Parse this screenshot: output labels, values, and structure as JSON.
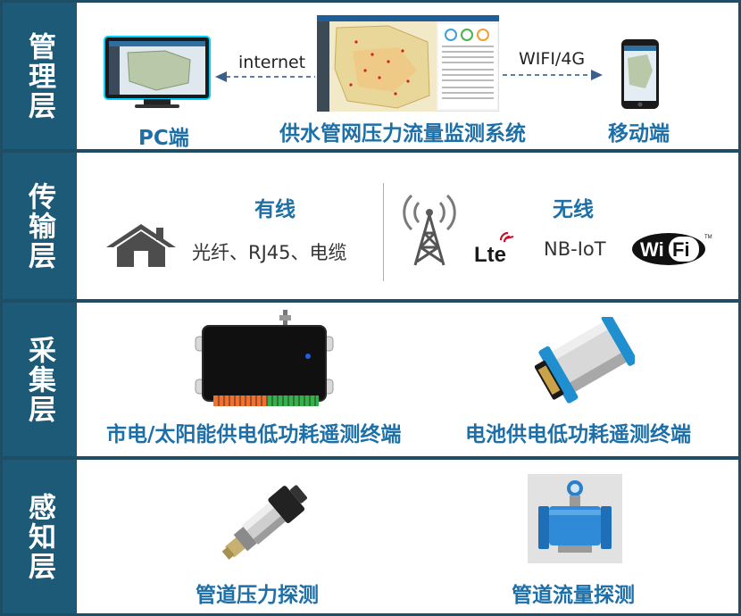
{
  "layers": {
    "management": {
      "side_label": "管理层",
      "pc_label": "PC端",
      "system_label": "供水管网压力流量监测系统",
      "mobile_label": "移动端",
      "internet_label": "internet",
      "wireless_label": "WIFI/4G"
    },
    "transport": {
      "side_label": "传输层",
      "wired_title": "有线",
      "wired_items": "光纤、RJ45、电缆",
      "wireless_title": "无线",
      "nbiot_label": "NB-IoT"
    },
    "acquisition": {
      "side_label": "采集层",
      "terminal_a_label": "市电/太阳能供电低功耗遥测终端",
      "terminal_b_label": "电池供电低功耗遥测终端"
    },
    "sensing": {
      "side_label": "感知层",
      "pressure_label": "管道压力探测",
      "flow_label": "管道流量探测"
    }
  },
  "colors": {
    "side_bg": "#1d5a77",
    "border": "#1d4e66",
    "label_blue": "#1d6fa8"
  },
  "icons": [
    "pc-monitor-icon",
    "dashboard-screenshot",
    "smartphone-icon",
    "house-icon",
    "radio-tower-icon",
    "lte-logo",
    "wifi-logo",
    "telemetry-terminal-image",
    "battery-terminal-image",
    "pressure-sensor-image",
    "flow-meter-image"
  ]
}
